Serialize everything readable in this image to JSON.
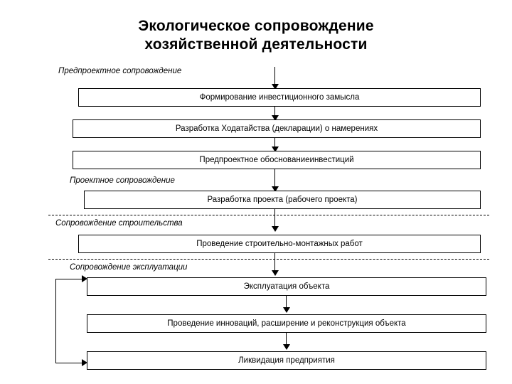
{
  "title": {
    "line1": "Экологическое сопровождение",
    "line2": "хозяйственной деятельности"
  },
  "stages": [
    {
      "label": "Предпроектное сопровождение"
    },
    {
      "label": "Проектное сопровождение"
    },
    {
      "label": "Сопровождение строительства"
    },
    {
      "label": "Сопровождение эксплуатации"
    }
  ],
  "steps": [
    {
      "label": "Формирование инвестиционного замысла"
    },
    {
      "label": "Разработка Ходатайства (декларации) о намерениях"
    },
    {
      "label": "Предпроектное обоснованиеинвестиций"
    },
    {
      "label": "Разработка проекта (рабочего проекта)"
    },
    {
      "label": "Проведение строительно-монтажных работ"
    },
    {
      "label": "Эксплуатация объекта"
    },
    {
      "label": "Проведение инноваций, расширение и реконструкция объекта"
    },
    {
      "label": "Ликвидация предприятия"
    }
  ],
  "colors": {
    "background": "#ffffff",
    "line": "#000000",
    "text": "#000000"
  }
}
